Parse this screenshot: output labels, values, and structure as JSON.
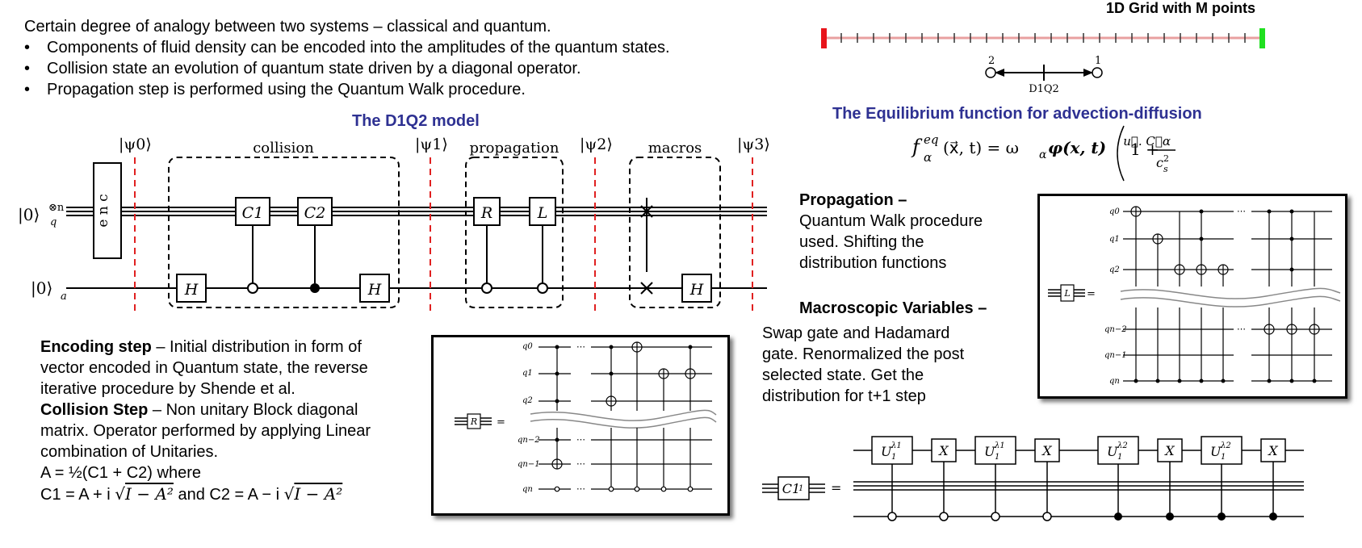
{
  "intro": {
    "heading": "Certain degree of analogy between two systems – classical and quantum.",
    "bullet_char": "•",
    "bullets": [
      "Components of fluid density can be encoded into the amplitudes of the quantum states.",
      "Collision state an evolution of quantum state driven by a diagonal operator.",
      "Propagation step is performed using the Quantum Walk procedure."
    ]
  },
  "d1q2_title": "The D1Q2 model",
  "circuit": {
    "register_q": "|0⟩",
    "register_q_sup": "⊗n",
    "register_q_sub": "q",
    "register_a": "|0⟩",
    "register_a_sub": "a",
    "enc": "e n c",
    "psi": [
      "|ψ0⟩",
      "|ψ1⟩",
      "|ψ2⟩",
      "|ψ3⟩"
    ],
    "sections": [
      "collision",
      "propagation",
      "macros"
    ],
    "gates": {
      "h": "H",
      "c1": "C1",
      "c2": "C2",
      "r": "R",
      "l": "L"
    }
  },
  "encoding": {
    "title": "Encoding step",
    "text_1": " – Initial distribution in form of",
    "text_2": "vector encoded in Quantum state, the reverse",
    "text_3": "iterative procedure by Shende et al."
  },
  "collision": {
    "title": "Collision Step",
    "text_1": " – Non unitary Block diagonal",
    "text_2": "matrix. Operator performed by applying Linear",
    "text_3": "combination of Unitaries.",
    "formula_a": "A = ½(C1 + C2) where",
    "formula_c1": "C1 = A + i",
    "formula_and": " and C2 = A − i",
    "sqrt_expr": "I − A²"
  },
  "grid": {
    "title": "1D Grid with M points",
    "label_2": "2",
    "label_1": "1",
    "label_d1q2": "D1Q2",
    "colors": {
      "left_end": "#e8141b",
      "right_end": "#20e020",
      "line": "#e8a0a0"
    }
  },
  "equilibrium": {
    "title": "The Equilibrium function for advection-diffusion",
    "formula_lhs": "f",
    "formula_sup": "eq",
    "formula_sub": "α",
    "formula_args": "(x⃗, t) = ω",
    "formula_phi": "φ(x, t)",
    "formula_one": "1 +",
    "formula_num": "u⃗. C⃗α",
    "formula_den": "c",
    "formula_den_sub": "s",
    "formula_den_sup": "2"
  },
  "propagation": {
    "title": "Propagation",
    "dash": " –",
    "lines": [
      "Quantum Walk procedure",
      "used. Shifting the",
      "distribution functions"
    ]
  },
  "macroscopic": {
    "title": "Macroscopic Variables –",
    "lines": [
      "Swap gate and Hadamard",
      "gate. Renormalized the post",
      "selected state. Get the",
      "distribution for t+1 step"
    ]
  },
  "r_circuit": {
    "gate": "R",
    "eq": "=",
    "qubits": [
      "q0",
      "q1",
      "q2",
      "qn−2",
      "qn−1",
      "qn"
    ],
    "dots": "⋯"
  },
  "l_circuit": {
    "gate": "L",
    "eq": "=",
    "qubits": [
      "q0",
      "q1",
      "q2",
      "qn−2",
      "qn−1",
      "qn"
    ],
    "dots": "⋯"
  },
  "c1_circuit": {
    "gate": "C1",
    "eq": "=",
    "u1": "U",
    "lambda1": "λ1",
    "lambda2": "λ2",
    "x": "X"
  }
}
